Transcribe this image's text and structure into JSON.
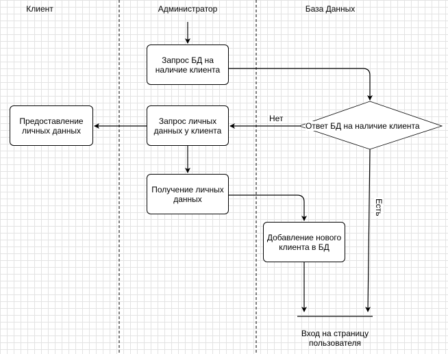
{
  "lanes": [
    {
      "title": "Клиент"
    },
    {
      "title": "Администратор"
    },
    {
      "title": "База Данных"
    }
  ],
  "nodes": {
    "db_request": "Запрос БД на наличие клиента",
    "personal_request": "Запрос личных данных у клиента",
    "provide_data": "Предоставление личных данных",
    "receive_data": "Получение личных данных",
    "add_client": "Добавление нового клиента в БД",
    "db_answer": "Ответ БД на наличие клиента",
    "login_page": "Вход на страницу пользователя"
  },
  "edge_labels": {
    "no": "Нет",
    "yes": "Есть"
  }
}
